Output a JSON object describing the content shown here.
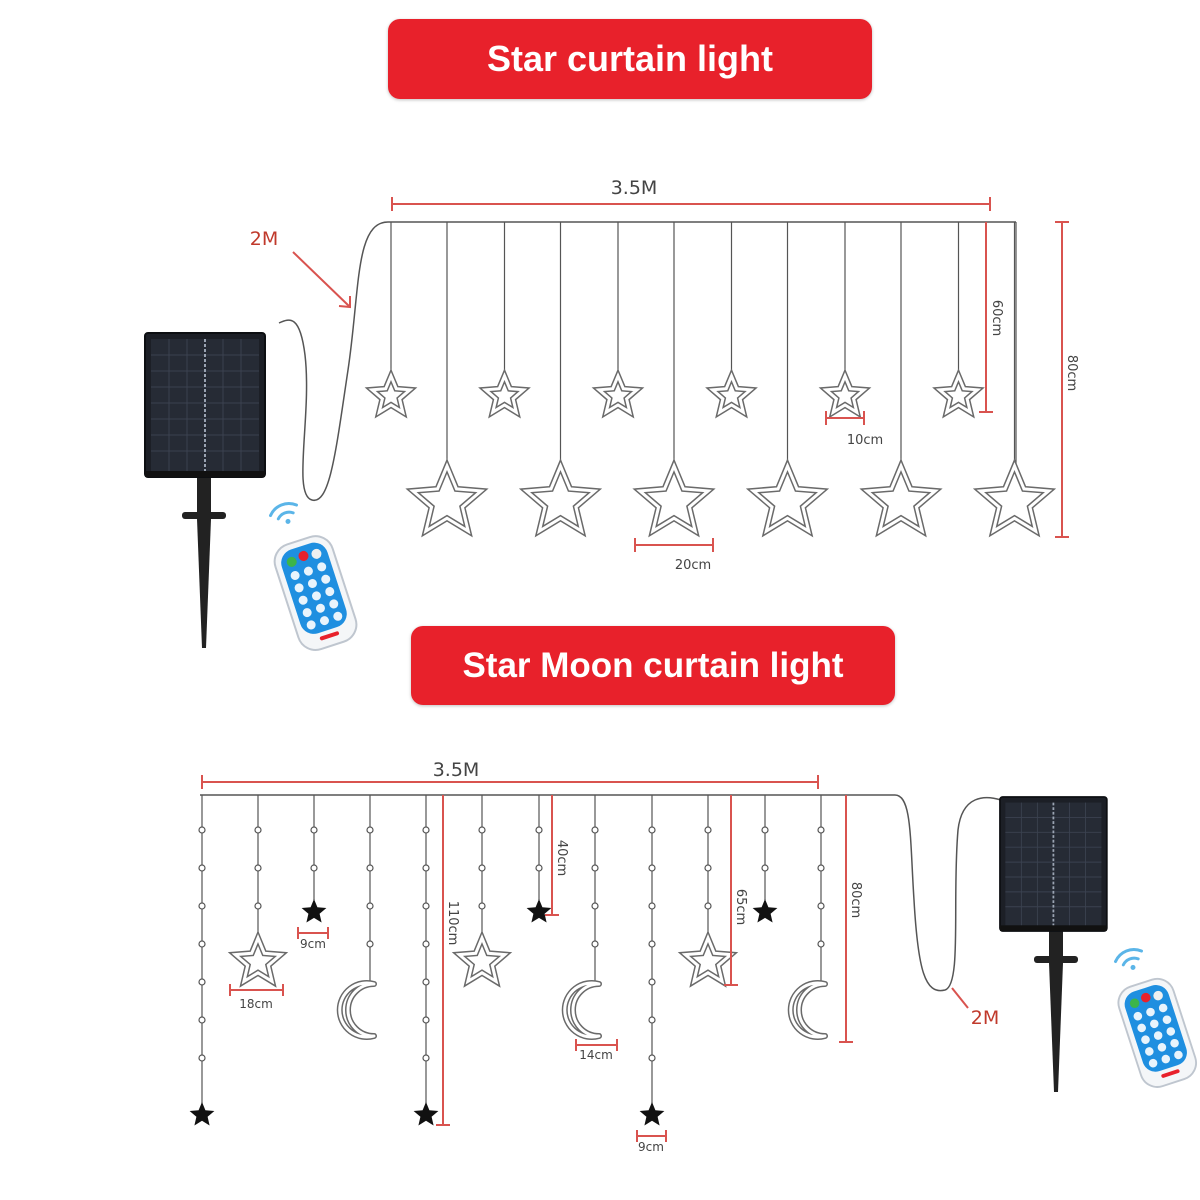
{
  "titles": {
    "top": "Star curtain light",
    "bottom": "Star Moon curtain light"
  },
  "colors": {
    "banner": "#e8212b",
    "dimension": "#d9534f",
    "wire": "#555555",
    "star_fill": "#111111",
    "panel": "#1c1f26"
  },
  "icons": {
    "panel": "solar-panel-icon",
    "remote": "remote-control-icon",
    "wifi": "wireless-signal-icon",
    "star": "star-icon",
    "moon": "crescent-moon-icon"
  },
  "star_curtain": {
    "width_label": "3.5M",
    "cable_label": "2M",
    "short_drop_label": "60cm",
    "long_drop_label": "80cm",
    "small_star_label": "10cm",
    "large_star_label": "20cm",
    "small_star_count": 6,
    "large_star_count": 6
  },
  "star_moon_curtain": {
    "width_label": "3.5M",
    "cable_label": "2M",
    "drop_40_label": "40cm",
    "drop_65_label": "65cm",
    "drop_80_label": "80cm",
    "drop_110_label": "110cm",
    "small_star_label": "9cm",
    "small_star_label_2": "9cm",
    "outline_star_label": "18cm",
    "moon_label": "14cm"
  }
}
